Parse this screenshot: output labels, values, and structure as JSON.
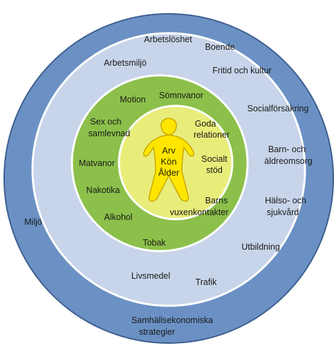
{
  "colors": {
    "outer_ring": "#6b91c4",
    "outer_ring_stroke": "#3d5f8f",
    "community_ring": "#c8d4ea",
    "lifestyle_ring": "#8cc04a",
    "network_ring": "#e8ed7a",
    "figure": "#ffe600",
    "figure_stroke": "#c9a800"
  },
  "outer_ring": {
    "labels": {
      "environment": "Miljö",
      "strategies_1": "Samhällsekonomiska",
      "strategies_2": "strategier"
    }
  },
  "community_ring": {
    "labels": {
      "unemployment": "Arbetslöshet",
      "housing": "Boende",
      "work_environment": "Arbetsmiljö",
      "leisure_culture": "Fritid och kultur",
      "social_insurance": "Socialförsäkring",
      "childcare_1": "Barn- och",
      "childcare_2": "äldreomsorg",
      "healthcare_1": "Hälso- och",
      "healthcare_2": "sjukvård",
      "education": "Utbildning",
      "traffic": "Trafik",
      "food": "Livsmedel"
    }
  },
  "lifestyle_ring": {
    "labels": {
      "exercise": "Motion",
      "sleep": "Sömnvanor",
      "sex_1": "Sex och",
      "sex_2": "samlevnad",
      "diet": "Matvanor",
      "narcotics": "Nakotika",
      "alcohol": "Alkohol",
      "tobacco": "Tobak"
    }
  },
  "network_ring": {
    "labels": {
      "relations_1": "Goda",
      "relations_2": "relationer",
      "support_1": "Socialt",
      "support_2": "stöd",
      "adults_1": "Barns",
      "adults_2": "vuxenkontakter"
    }
  },
  "core": {
    "labels": {
      "heredity": "Arv",
      "sex": "Kön",
      "age": "Ålder"
    }
  }
}
